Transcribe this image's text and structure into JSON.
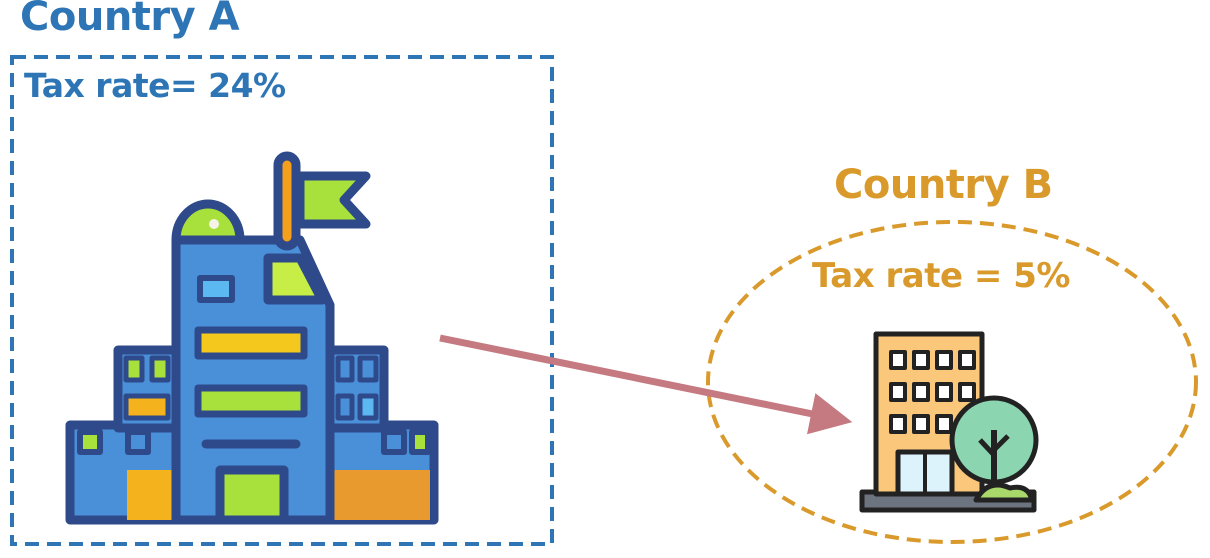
{
  "country_a": {
    "name": "Country A",
    "tax_rate_label": "Tax rate= 24%",
    "color": "#2E75B6",
    "icon": "government-building-icon"
  },
  "country_b": {
    "name": "Country B",
    "tax_rate_label": "Tax rate = 5%",
    "color": "#D99A2B",
    "icon": "office-building-with-tree-icon"
  },
  "arrow": {
    "color": "#C47A80",
    "direction": "Country A to Country B"
  }
}
